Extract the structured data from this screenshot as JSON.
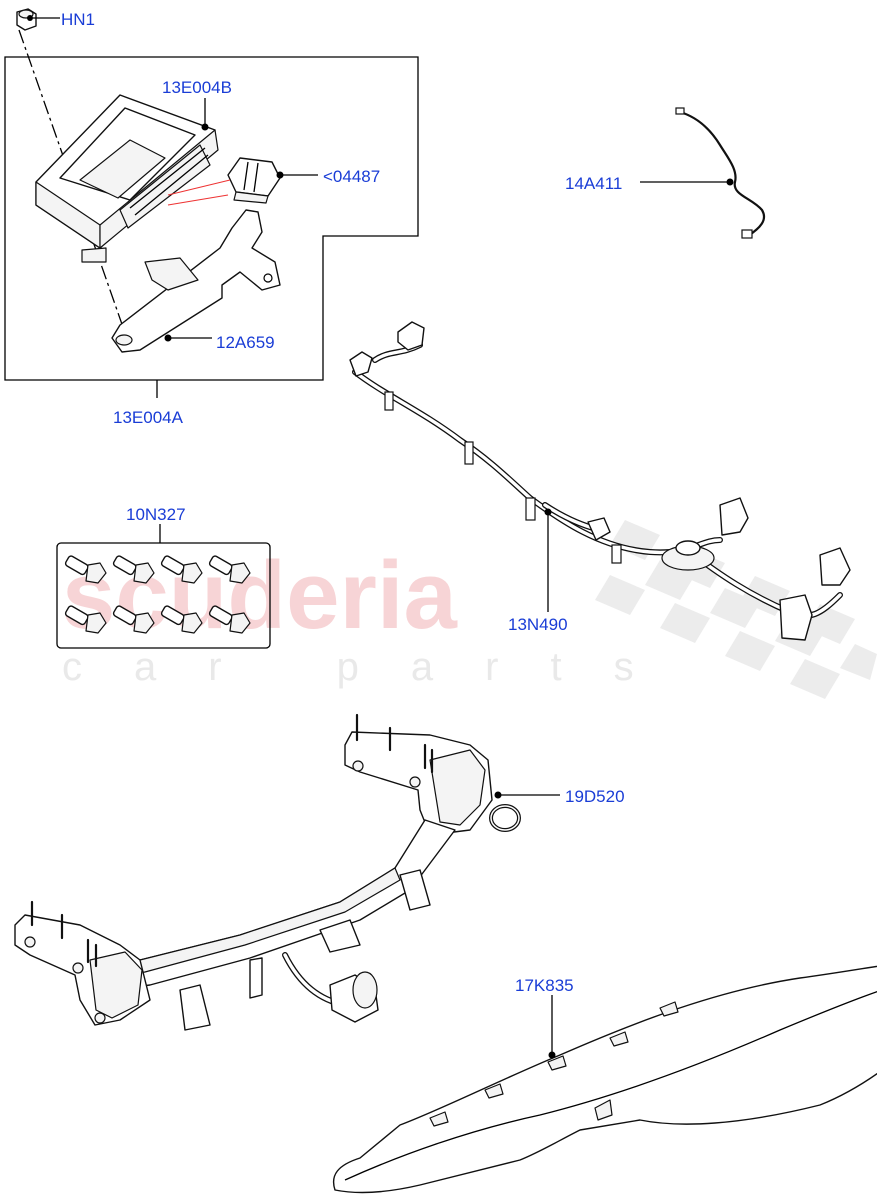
{
  "labels": {
    "hn1": "HN1",
    "p13e004b": "13E004B",
    "p04487": "<04487",
    "p14a411": "14A411",
    "p12a659": "12A659",
    "p13e004a": "13E004A",
    "p10n327": "10N327",
    "p13n490": "13N490",
    "p19d520": "19D520",
    "p17k835": "17K835"
  },
  "watermark": {
    "brand": "scuderia",
    "tagline": "car parts"
  },
  "colors": {
    "label": "#1a3dd6",
    "watermark_brand": "#f7d4d6",
    "watermark_tagline": "#e9e9e9",
    "line": "#000000"
  }
}
